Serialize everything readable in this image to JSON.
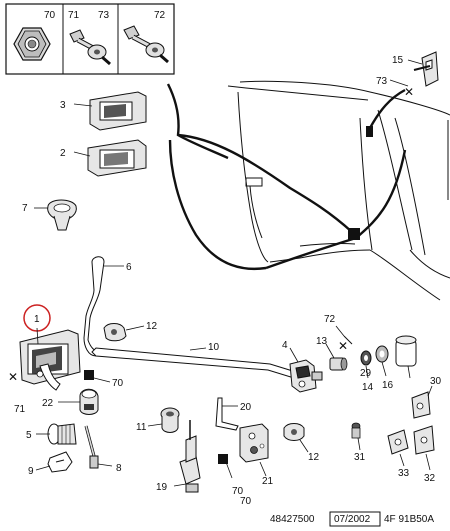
{
  "legend": {
    "cells": [
      {
        "numbers": [
          "70"
        ]
      },
      {
        "numbers": [
          "71",
          "73"
        ]
      },
      {
        "numbers": [
          "72"
        ]
      }
    ]
  },
  "callouts": [
    "1",
    "2",
    "3",
    "4",
    "5",
    "6",
    "7",
    "8",
    "9",
    "10",
    "11",
    "12",
    "12",
    "13",
    "14",
    "15",
    "16",
    "19",
    "20",
    "21",
    "22",
    "29",
    "30",
    "31",
    "32",
    "33",
    "70",
    "70",
    "70",
    "71",
    "72",
    "73"
  ],
  "crosses": [
    "✕",
    "✕",
    "✕"
  ],
  "footer": {
    "ref": "48427500",
    "date": "07/2002",
    "code": "4F 91B50A"
  }
}
